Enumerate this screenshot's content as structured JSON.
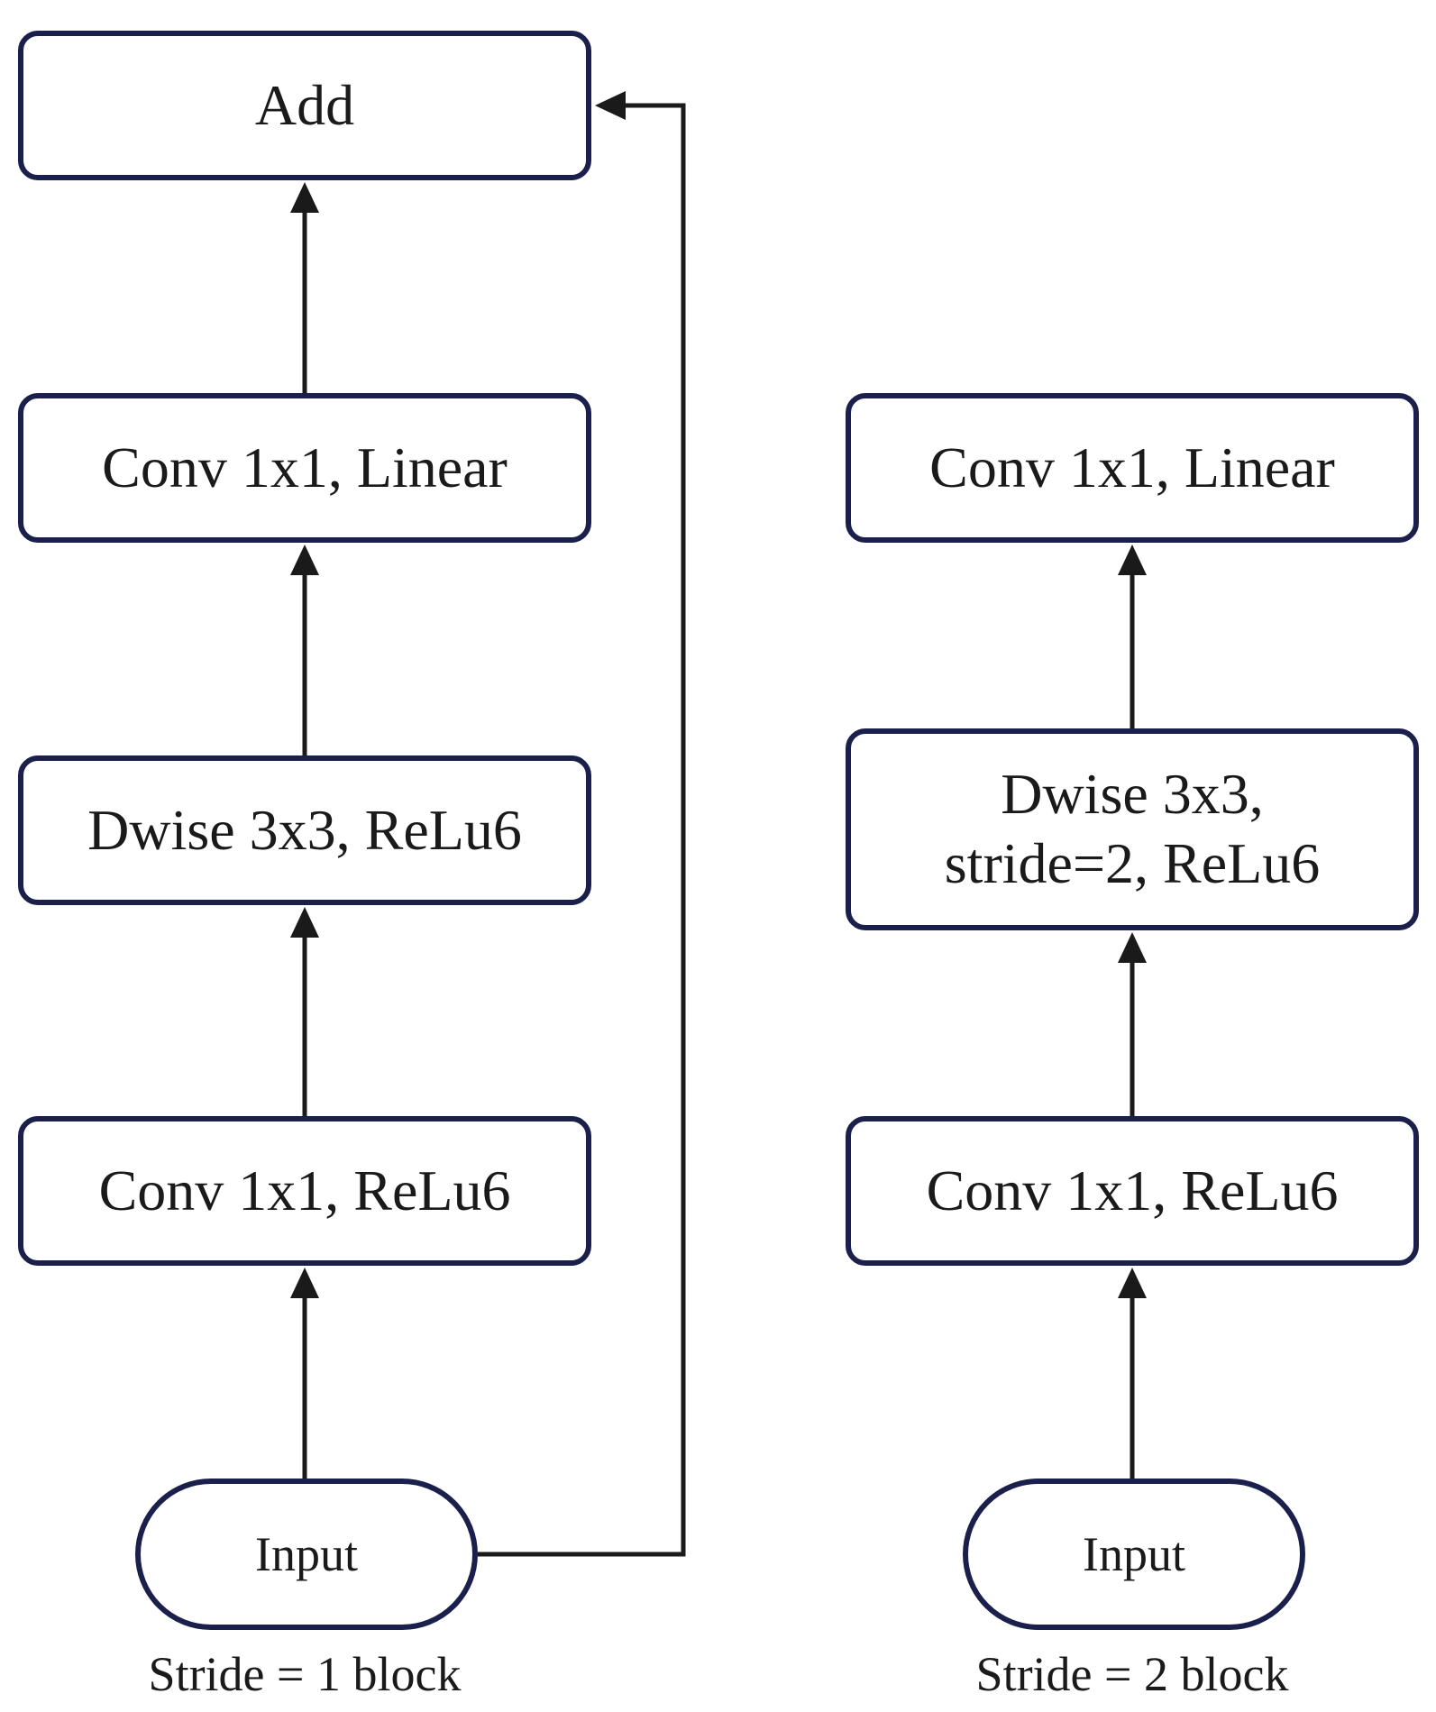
{
  "left_block": {
    "add_label": "Add",
    "conv_linear_label": "Conv 1x1, Linear",
    "dwise_label": "Dwise 3x3, ReLu6",
    "conv_relu_label": "Conv 1x1, ReLu6",
    "input_label": "Input",
    "caption": "Stride = 1 block"
  },
  "right_block": {
    "conv_linear_label": "Conv 1x1, Linear",
    "dwise_label_line1": "Dwise 3x3,",
    "dwise_label_line2": "stride=2, ReLu6",
    "conv_relu_label": "Conv 1x1, ReLu6",
    "input_label": "Input",
    "caption": "Stride = 2 block"
  },
  "colors": {
    "node_border": "#1b1f4b",
    "arrow": "#1a1a1a",
    "background": "#ffffff"
  }
}
